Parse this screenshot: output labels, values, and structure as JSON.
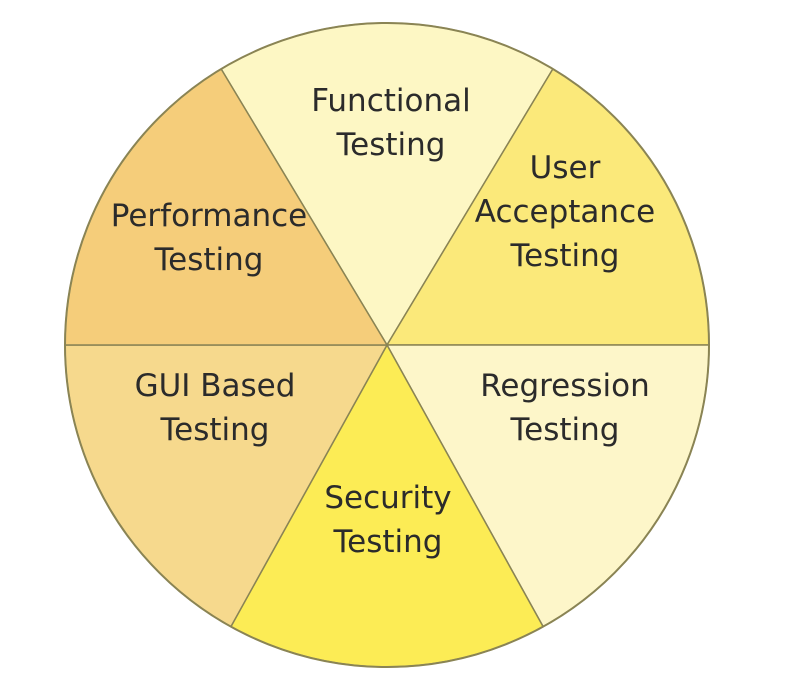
{
  "diagram": {
    "segments": [
      {
        "id": "functional",
        "lines": [
          "Functional",
          "Testing"
        ],
        "color": "#fdf7c4"
      },
      {
        "id": "user-acceptance",
        "lines": [
          "User",
          "Acceptance",
          "Testing"
        ],
        "color": "#fbe97a"
      },
      {
        "id": "regression",
        "lines": [
          "Regression",
          "Testing"
        ],
        "color": "#fdf6c9"
      },
      {
        "id": "security",
        "lines": [
          "Security",
          "Testing"
        ],
        "color": "#fcec55"
      },
      {
        "id": "gui-based",
        "lines": [
          "GUI Based",
          "Testing"
        ],
        "color": "#f6d98d"
      },
      {
        "id": "performance",
        "lines": [
          "Performance",
          "Testing"
        ],
        "color": "#f5cd7a"
      }
    ],
    "outline_color": "#8a8454"
  }
}
